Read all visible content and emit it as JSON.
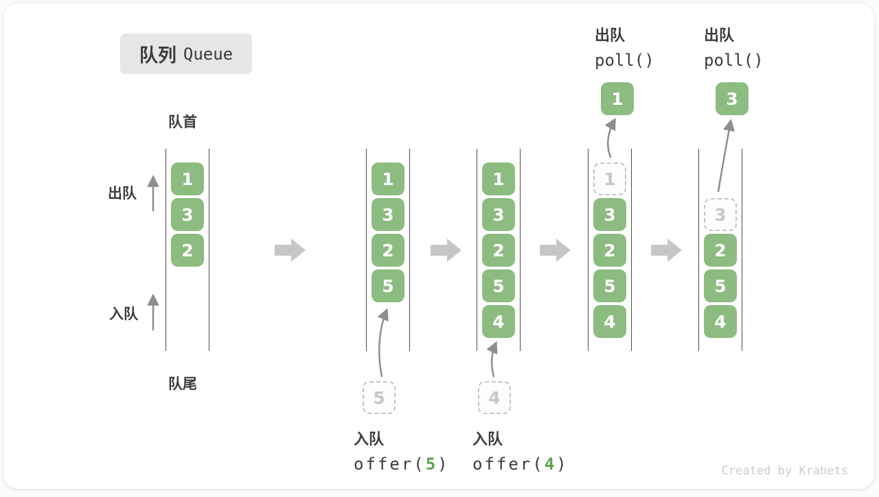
{
  "title": {
    "zh": "队列",
    "en": "Queue"
  },
  "axis_labels": {
    "front": "队首",
    "rear": "队尾",
    "dequeue": "出队",
    "enqueue": "入队"
  },
  "watermark": "Created by Krahets",
  "colors": {
    "box_green": "#8cbc80",
    "code_green": "#5da44e",
    "text_dark": "#3b3b3b",
    "dashed_border": "#c3c3c3",
    "dashed_text": "#c6c6c6",
    "badge_bg": "#e6e6e6",
    "flow_arrow": "#c6c6c6",
    "thin_arrow": "#8d8d8d",
    "channel_line": "#4a4a4a",
    "watermark_gray": "#cbcbcb"
  },
  "queue_states": [
    {
      "slots": [
        {
          "v": "1",
          "style": "filled"
        },
        {
          "v": "3",
          "style": "filled"
        },
        {
          "v": "2",
          "style": "filled"
        }
      ],
      "ejected": "",
      "incoming": ""
    },
    {
      "slots": [
        {
          "v": "1",
          "style": "filled"
        },
        {
          "v": "3",
          "style": "filled"
        },
        {
          "v": "2",
          "style": "filled"
        },
        {
          "v": "5",
          "style": "filled"
        }
      ],
      "ejected": "",
      "incoming": "5"
    },
    {
      "slots": [
        {
          "v": "1",
          "style": "filled"
        },
        {
          "v": "3",
          "style": "filled"
        },
        {
          "v": "2",
          "style": "filled"
        },
        {
          "v": "5",
          "style": "filled"
        },
        {
          "v": "4",
          "style": "filled"
        }
      ],
      "ejected": "",
      "incoming": "4"
    },
    {
      "slots": [
        {
          "v": "1",
          "style": "dashed"
        },
        {
          "v": "3",
          "style": "filled"
        },
        {
          "v": "2",
          "style": "filled"
        },
        {
          "v": "5",
          "style": "filled"
        },
        {
          "v": "4",
          "style": "filled"
        }
      ],
      "ejected": "1",
      "incoming": ""
    },
    {
      "slots": [
        {
          "v": "",
          "style": "empty"
        },
        {
          "v": "3",
          "style": "dashed"
        },
        {
          "v": "2",
          "style": "filled"
        },
        {
          "v": "5",
          "style": "filled"
        },
        {
          "v": "4",
          "style": "filled"
        }
      ],
      "ejected": "3",
      "incoming": ""
    }
  ],
  "operations": [
    {
      "name": "入队",
      "code_prefix": "offer(",
      "code_arg": "5",
      "code_suffix": ")"
    },
    {
      "name": "入队",
      "code_prefix": "offer(",
      "code_arg": "4",
      "code_suffix": ")"
    },
    {
      "name": "出队",
      "code_prefix": "poll()",
      "code_arg": "",
      "code_suffix": ""
    },
    {
      "name": "出队",
      "code_prefix": "poll()",
      "code_arg": "",
      "code_suffix": ""
    }
  ]
}
